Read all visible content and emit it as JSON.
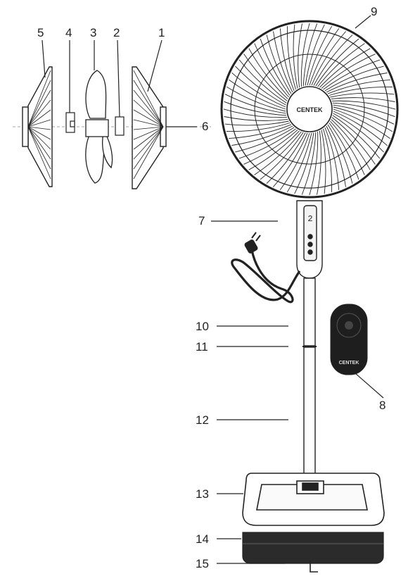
{
  "callouts": {
    "c1": "1",
    "c2": "2",
    "c3": "3",
    "c4": "4",
    "c5": "5",
    "c6": "6",
    "c7": "7",
    "c8": "8",
    "c9": "9",
    "c10": "10",
    "c11": "11",
    "c12": "12",
    "c13": "13",
    "c14": "14",
    "c15": "15"
  },
  "brand": {
    "fan_hub": "CENTEK",
    "remote": "CENTEK"
  },
  "display": {
    "digit": "2"
  },
  "colors": {
    "line": "#222222",
    "base_dark": "#2b2b2b",
    "remote_body": "#1e1e1e",
    "guide_line": "#888888"
  }
}
